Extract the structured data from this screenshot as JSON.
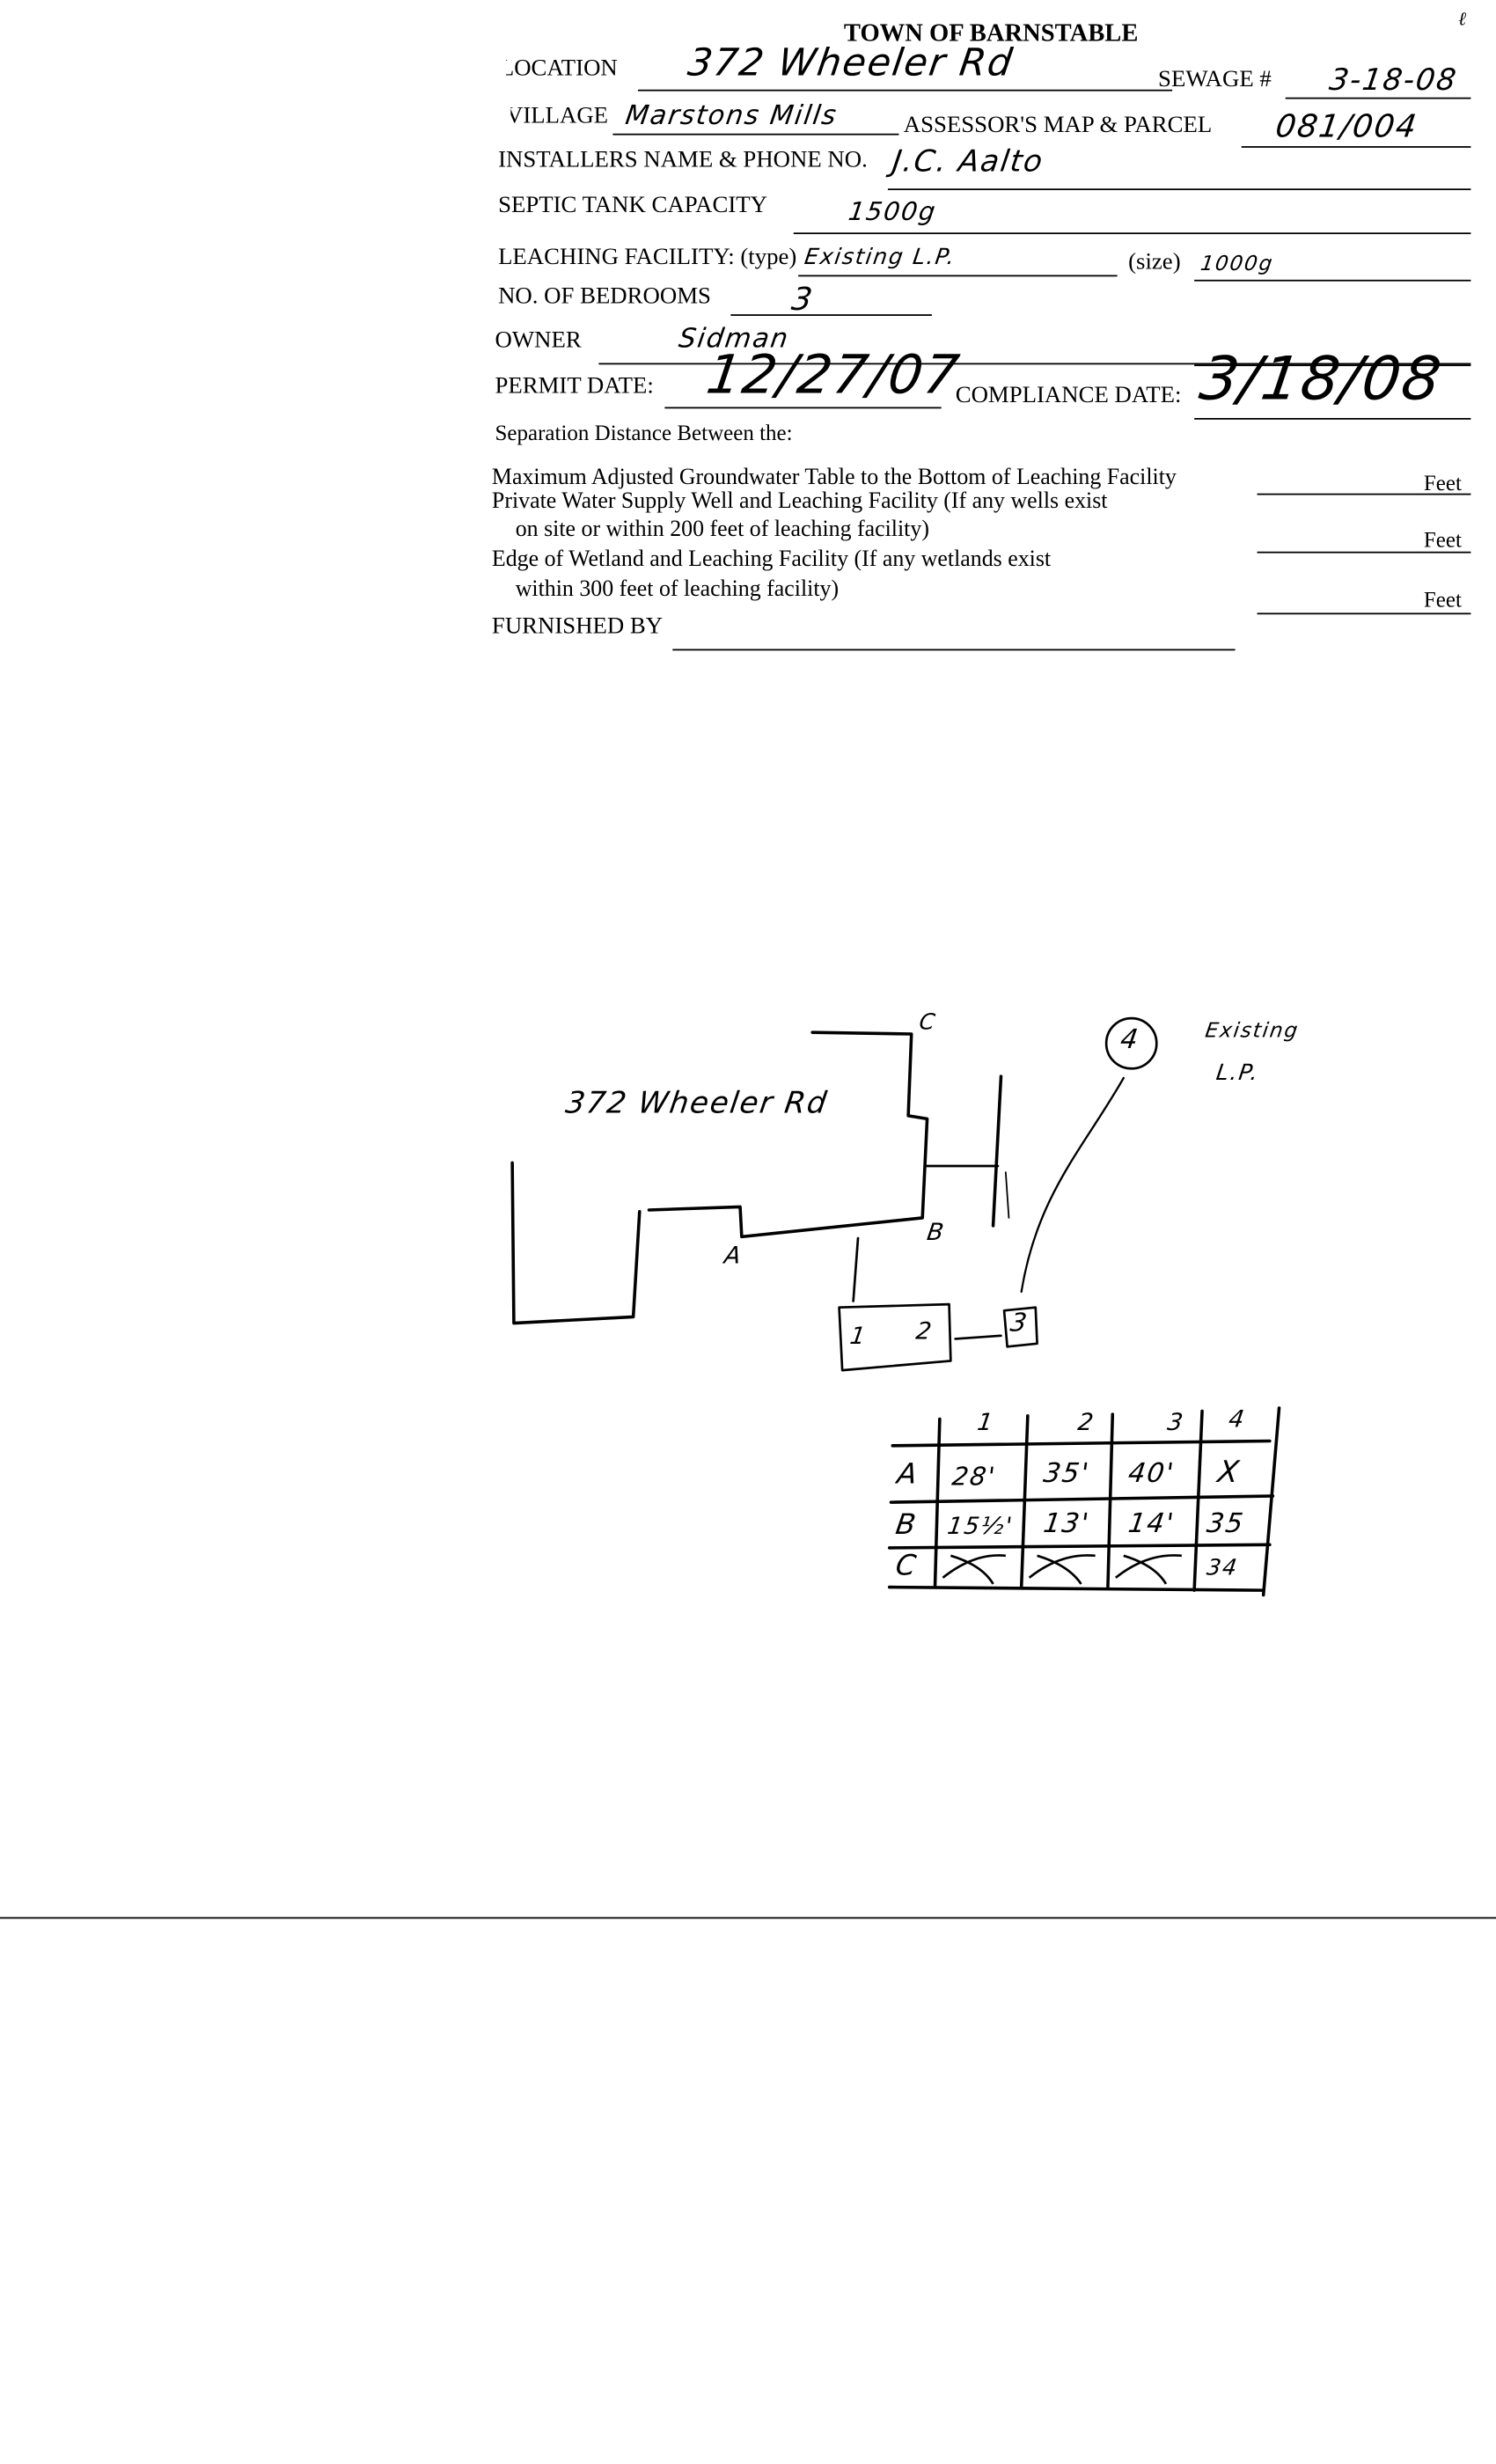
{
  "form": {
    "corner_mark": "ℓ",
    "title": "TOWN OF BARNSTABLE",
    "location_label": "LOCATION",
    "location_value": "372 Wheeler Rd",
    "sewage_label": "SEWAGE #",
    "sewage_value": "3-18-08",
    "village_label": "VILLAGE",
    "village_value": "Marstons Mills",
    "assessor_label": "ASSESSOR'S MAP & PARCEL",
    "assessor_value": "081/004",
    "installer_label": "INSTALLERS NAME & PHONE NO.",
    "installer_value": "J.C. Aalto",
    "septic_label": "SEPTIC TANK CAPACITY",
    "septic_value": "1500g",
    "leaching_label": "LEACHING FACILITY: (type)",
    "leaching_type_value": "Existing L.P.",
    "size_label": "(size)",
    "size_value": "1000g",
    "bedrooms_label": "NO. OF BEDROOMS",
    "bedrooms_value": "3",
    "owner_label": "OWNER",
    "owner_value": "Sidman",
    "permit_date_label": "PERMIT DATE:",
    "permit_date_value": "12/27/07",
    "compliance_date_label": "COMPLIANCE DATE:",
    "compliance_date_value": "3/18/08",
    "separation_heading": "Separation Distance Between the:",
    "groundwater_line": "Maximum Adjusted Groundwater Table to the Bottom of Leaching Facility",
    "well_line1": "Private Water Supply Well and Leaching Facility (If any wells exist",
    "well_line2": "on site or within 200 feet of leaching facility)",
    "wetland_line1": "Edge of Wetland and Leaching Facility (If any wetlands exist",
    "wetland_line2": "within 300 feet of leaching facility)",
    "feet_unit": "Feet",
    "furnished_label": "FURNISHED BY"
  },
  "sketch": {
    "address": "372 Wheeler Rd",
    "point_a": "A",
    "point_b": "B",
    "point_c": "C",
    "box_1": "1",
    "box_2": "2",
    "box_3": "3",
    "circle_4": "4",
    "existing_label1": "Existing",
    "existing_label2": "L.P."
  },
  "distance_table": {
    "columns": [
      "1",
      "2",
      "3",
      "4"
    ],
    "rows": [
      {
        "label": "A",
        "cells": [
          "28'",
          "35'",
          "40'",
          "X"
        ]
      },
      {
        "label": "B",
        "cells": [
          "15½'",
          "13'",
          "14'",
          "35"
        ]
      },
      {
        "label": "C",
        "cells": [
          "X",
          "X",
          "X",
          "34"
        ]
      }
    ]
  }
}
